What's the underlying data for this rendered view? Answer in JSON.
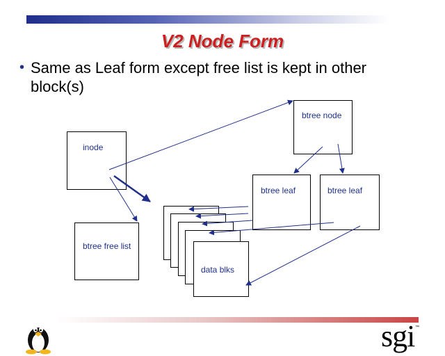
{
  "slide": {
    "title": "V2 Node Form",
    "bullet": "Same as Leaf form except free list is kept in other block(s)"
  },
  "diagram": {
    "inode": "inode",
    "btree_node": "btree node",
    "btree_leaf_left": "btree leaf",
    "btree_leaf_right": "btree leaf",
    "btree_free_list": "btree free list",
    "data_blks": "data blks"
  },
  "logos": {
    "brand": "sgi",
    "trademark": "™",
    "mascot_icon": "tux-penguin-icon"
  },
  "colors": {
    "title": "#cc1f1f",
    "label": "#1f2f8a",
    "top_bar": "#1f2f8a",
    "bottom_bar": "#c94545"
  }
}
